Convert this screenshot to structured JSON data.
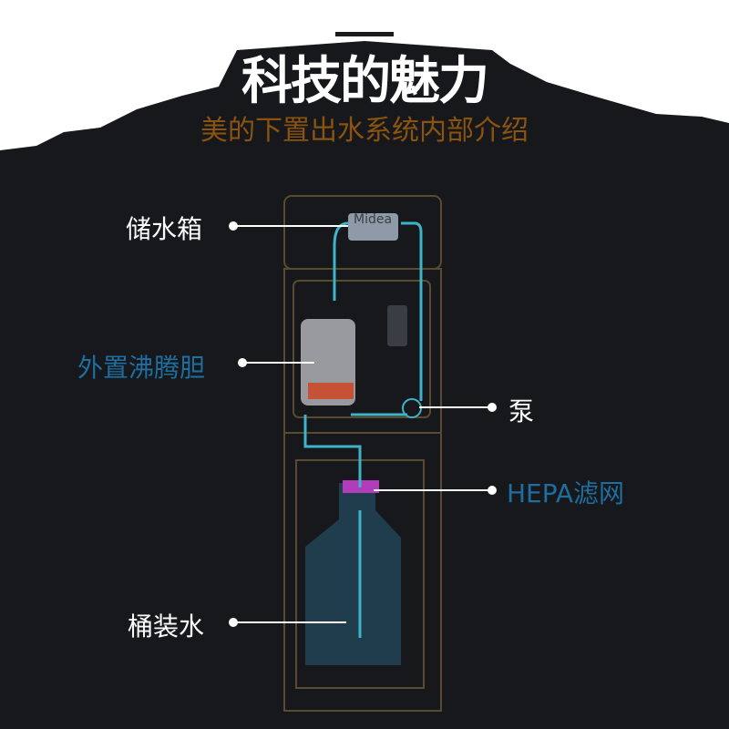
{
  "header": {
    "title": "科技的魅力",
    "subtitle": "美的下置出水系统内部介绍"
  },
  "labels": {
    "tank": "储水箱",
    "kettle": "外置沸腾胆",
    "pump": "泵",
    "filter": "HEPA滤网",
    "bottle": "桶装水"
  },
  "brand": "Midea",
  "colors": {
    "background": "#16181c",
    "accent": "#8a5410",
    "flow": "#3fb3c8",
    "highlight": "#1f6ea0"
  }
}
